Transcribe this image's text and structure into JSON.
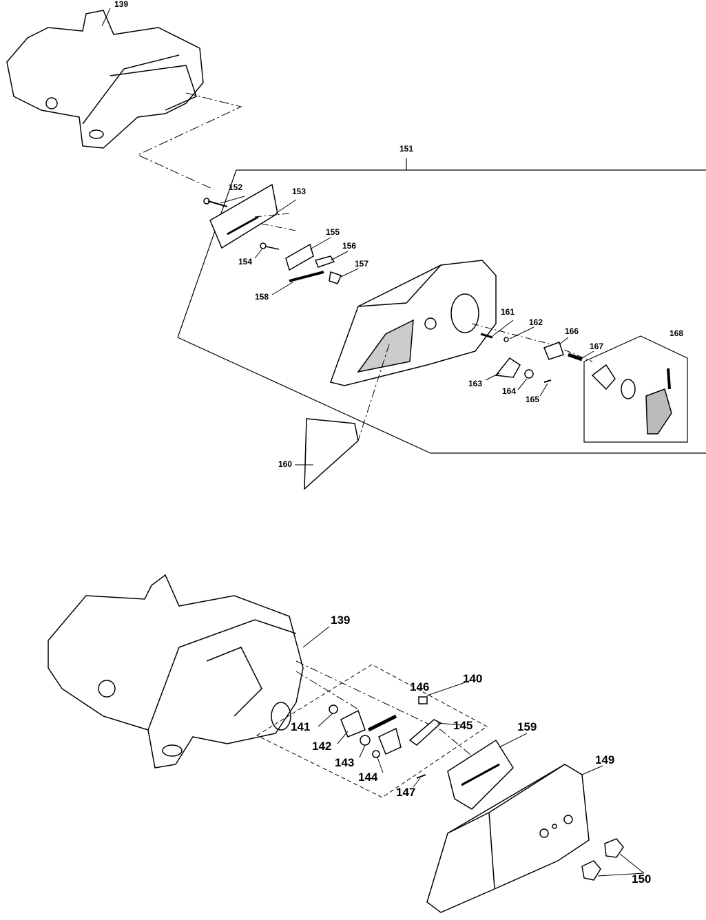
{
  "diagram": {
    "top_callouts": {
      "c139": "139",
      "c151": "151",
      "c152": "152",
      "c153": "153",
      "c154": "154",
      "c155": "155",
      "c156": "156",
      "c157": "157",
      "c158": "158",
      "c160": "160",
      "c161": "161",
      "c162": "162",
      "c163": "163",
      "c164": "164",
      "c165": "165",
      "c166": "166",
      "c167": "167",
      "c168": "168"
    },
    "bottom_callouts": {
      "c139": "139",
      "c140": "140",
      "c141": "141",
      "c142": "142",
      "c143": "143",
      "c144": "144",
      "c145": "145",
      "c146": "146",
      "c147": "147",
      "c149": "149",
      "c150": "150",
      "c159": "159"
    },
    "line_color": "#000000"
  }
}
